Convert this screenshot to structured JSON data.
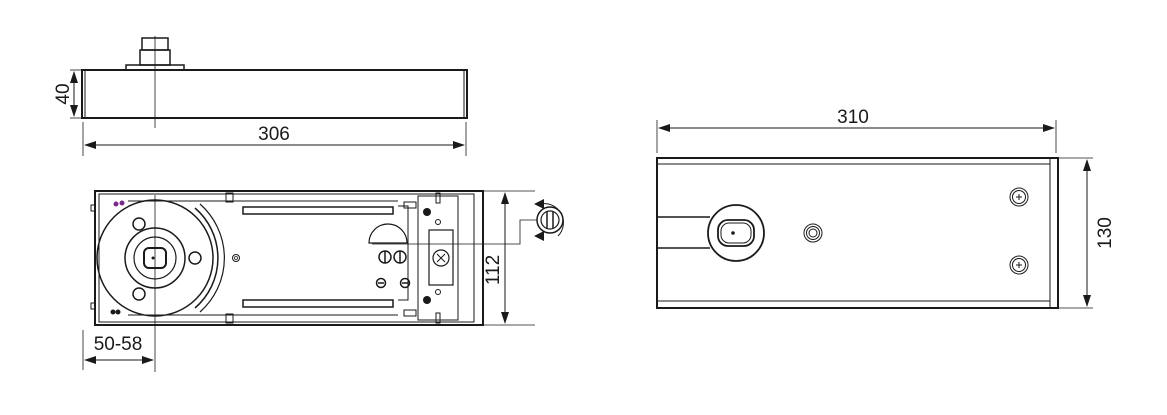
{
  "views": {
    "side_view": {
      "height_dim": "40",
      "length_dim": "306"
    },
    "plan_view_internal": {
      "width_dim": "112",
      "spindle_offset_dim": "50-58"
    },
    "cover_plate_view": {
      "length_dim": "310",
      "width_dim": "130"
    }
  },
  "colors": {
    "line": "#1a1a1a",
    "accent_dot": "#7a2a8a",
    "background": "#ffffff"
  }
}
